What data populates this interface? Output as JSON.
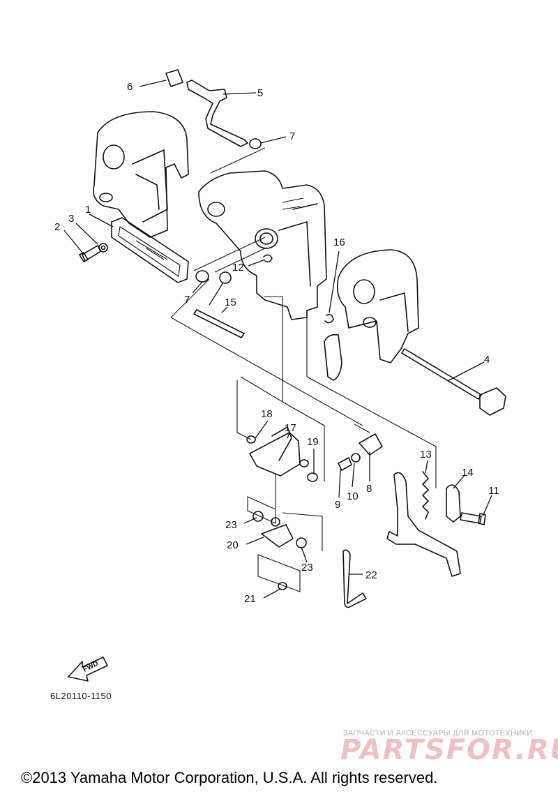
{
  "diagram": {
    "code": "6L20110-1150",
    "fwd_label": "FWD",
    "part_labels": [
      {
        "num": "1"
      },
      {
        "num": "2"
      },
      {
        "num": "3"
      },
      {
        "num": "4"
      },
      {
        "num": "5"
      },
      {
        "num": "6"
      },
      {
        "num": "7"
      },
      {
        "num": "7"
      },
      {
        "num": "8"
      },
      {
        "num": "9"
      },
      {
        "num": "10"
      },
      {
        "num": "11"
      },
      {
        "num": "12"
      },
      {
        "num": "13"
      },
      {
        "num": "14"
      },
      {
        "num": "15"
      },
      {
        "num": "16"
      },
      {
        "num": "17"
      },
      {
        "num": "18"
      },
      {
        "num": "19"
      },
      {
        "num": "20"
      },
      {
        "num": "21"
      },
      {
        "num": "22"
      },
      {
        "num": "23"
      },
      {
        "num": "23"
      }
    ]
  },
  "watermark": {
    "caption": "ЗАПЧАСТИ И АКСЕССУАРЫ ДЛЯ МОТОТЕХНИКИ",
    "logo": "PARTSFOR.RU"
  },
  "footer": {
    "copyright": "©2013 Yamaha Motor Corporation, U.S.A. All rights reserved."
  }
}
